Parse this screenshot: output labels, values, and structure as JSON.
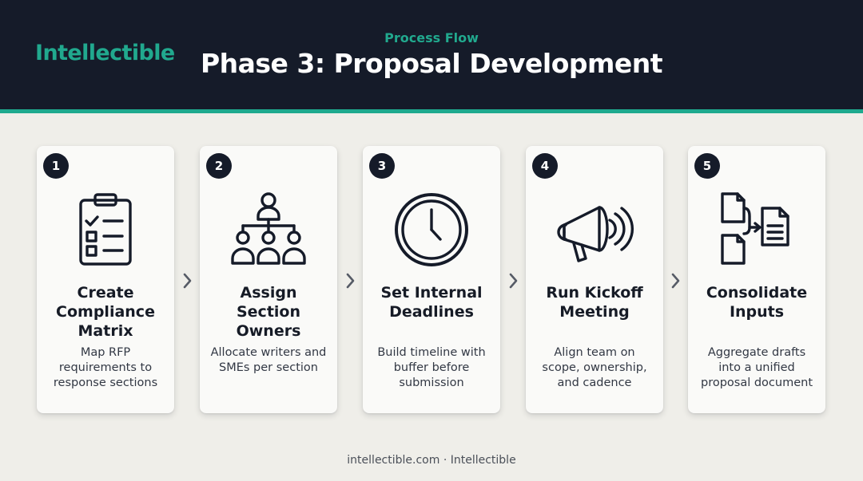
{
  "brand": {
    "logo_text": "Intellectible",
    "accent_color": "#1fa98e",
    "header_bg": "#151b29"
  },
  "header": {
    "eyebrow": "Process Flow",
    "title": "Phase 3: Proposal Development"
  },
  "steps": [
    {
      "number": "1",
      "title": "Create\nCompliance\nMatrix",
      "description": "Map RFP\nrequirements to\nresponse sections",
      "icon": "clipboard-checklist-icon"
    },
    {
      "number": "2",
      "title": "Assign\nSection\nOwners",
      "description": "Allocate writers and\nSMEs per section",
      "icon": "org-chart-icon"
    },
    {
      "number": "3",
      "title": "Set Internal\nDeadlines",
      "description": "Build timeline with\nbuffer before\nsubmission",
      "icon": "clock-icon"
    },
    {
      "number": "4",
      "title": "Run Kickoff\nMeeting",
      "description": "Align team on\nscope, ownership,\nand cadence",
      "icon": "megaphone-icon"
    },
    {
      "number": "5",
      "title": "Consolidate\nInputs",
      "description": "Aggregate drafts\ninto a unified\nproposal document",
      "icon": "merge-documents-icon"
    }
  ],
  "footer": {
    "text": "intellectible.com · Intellectible"
  }
}
